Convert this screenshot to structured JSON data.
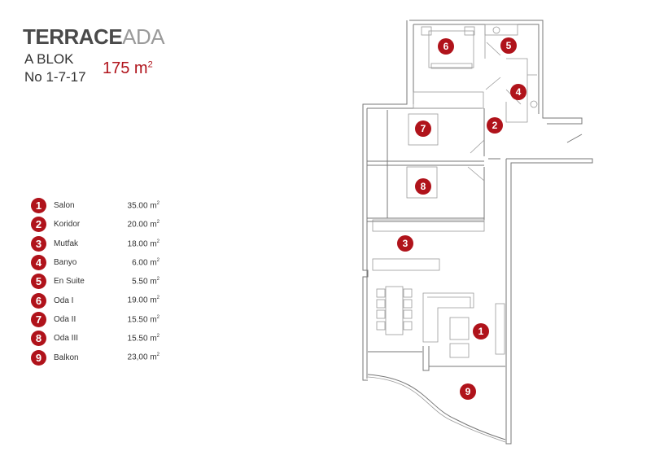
{
  "header": {
    "logo_bold": "TERRACE",
    "logo_light": "ADA",
    "block": "A BLOK",
    "unit_no": "No 1-7-17",
    "total_area": "175 m",
    "total_area_unit_sup": "2"
  },
  "legend": [
    {
      "num": "1",
      "name": "Salon",
      "area": "35.00 m"
    },
    {
      "num": "2",
      "name": "Koridor",
      "area": "20.00 m"
    },
    {
      "num": "3",
      "name": "Mutfak",
      "area": "18.00 m"
    },
    {
      "num": "4",
      "name": "Banyo",
      "area": "6.00 m"
    },
    {
      "num": "5",
      "name": "En Suite",
      "area": "5.50 m"
    },
    {
      "num": "6",
      "name": "Oda I",
      "area": "19.00 m"
    },
    {
      "num": "7",
      "name": "Oda II",
      "area": "15.50 m"
    },
    {
      "num": "8",
      "name": "Oda III",
      "area": "15.50 m"
    },
    {
      "num": "9",
      "name": "Balkon",
      "area": "23,00 m"
    }
  ],
  "sup": "2",
  "plan_markers": [
    "1",
    "2",
    "3",
    "4",
    "5",
    "6",
    "7",
    "8",
    "9"
  ],
  "colors": {
    "accent": "#b0131b"
  }
}
